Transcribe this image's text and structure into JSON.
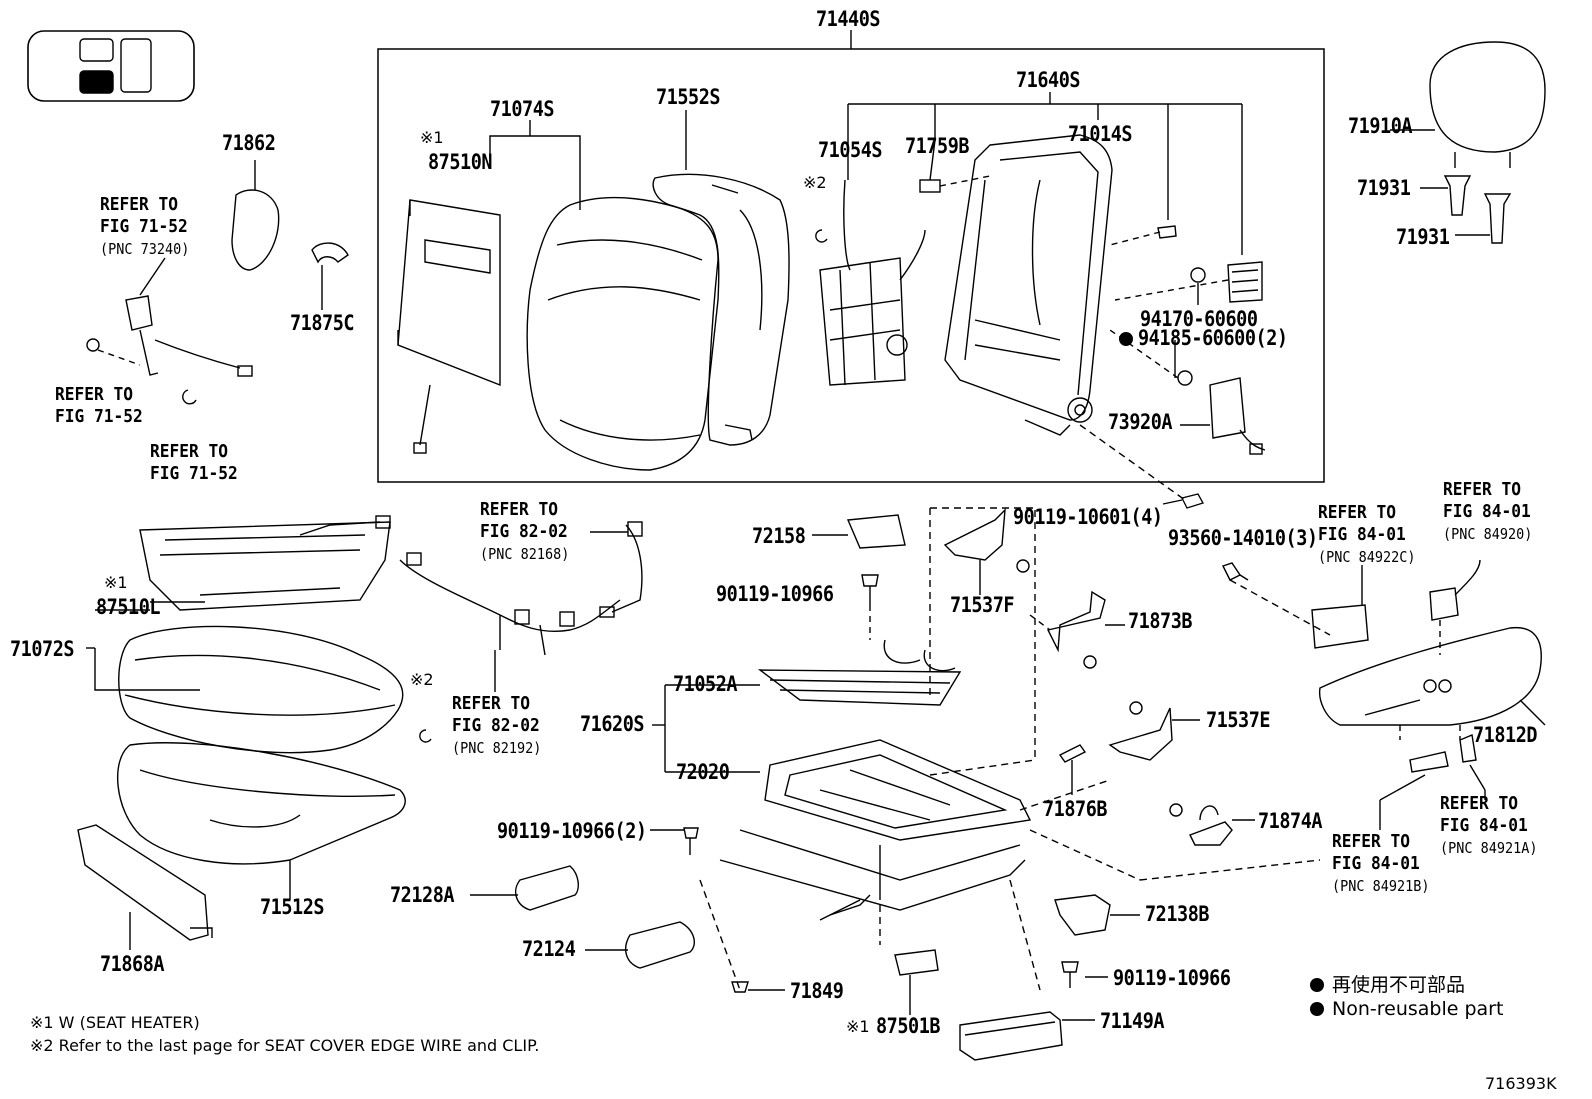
{
  "labels": {
    "assy_71440S": "71440S",
    "p71640S": "71640S",
    "p71074S": "71074S",
    "p71552S": "71552S",
    "p87510N": "87510N",
    "p71054S": "71054S",
    "p71759B": "71759B",
    "p71014S": "71014S",
    "p71862": "71862",
    "p71875C": "71875C",
    "p71910A": "71910A",
    "p71931a": "71931",
    "p71931b": "71931",
    "p94170": "94170-60600",
    "p94185": "94185-60600(2)",
    "p73920A": "73920A",
    "p90119_10601": "90119-10601(4)",
    "p93560": "93560-14010(3)",
    "p72158": "72158",
    "p90119_10966a": "90119-10966",
    "p71537F": "71537F",
    "p71873B": "71873B",
    "p87510L": "87510L",
    "p71072S": "71072S",
    "p71052A": "71052A",
    "p71620S": "71620S",
    "p72020": "72020",
    "p71537E": "71537E",
    "p71876B": "71876B",
    "p71874A": "71874A",
    "p71812D": "71812D",
    "p90119_10966_2": "90119-10966(2)",
    "p71512S": "71512S",
    "p72128A": "72128A",
    "p72138B": "72138B",
    "p72124": "72124",
    "p71868A": "71868A",
    "p71849": "71849",
    "p90119_10966b": "90119-10966",
    "p87501B": "87501B",
    "p71149A": "71149A"
  },
  "refs": {
    "r1": {
      "line1": "REFER TO",
      "line2": "FIG 71-52",
      "pnc": "(PNC 73240)"
    },
    "r2": {
      "line1": "REFER TO",
      "line2": "FIG 71-52"
    },
    "r3": {
      "line1": "REFER TO",
      "line2": "FIG 71-52"
    },
    "r4": {
      "line1": "REFER TO",
      "line2": "FIG 82-02",
      "pnc": "(PNC 82168)"
    },
    "r5": {
      "line1": "REFER TO",
      "line2": "FIG 82-02",
      "pnc": "(PNC 82192)"
    },
    "r6": {
      "line1": "REFER TO",
      "line2": "FIG 84-01",
      "pnc": "(PNC 84922C)"
    },
    "r7": {
      "line1": "REFER TO",
      "line2": "FIG 84-01",
      "pnc": "(PNC 84920)"
    },
    "r8": {
      "line1": "REFER TO",
      "line2": "FIG 84-01",
      "pnc": "(PNC 84921A)"
    },
    "r9": {
      "line1": "REFER TO",
      "line2": "FIG 84-01",
      "pnc": "(PNC 84921B)"
    }
  },
  "marks": {
    "m1a": "※1",
    "m1b": "※1",
    "m1c": "※1",
    "m2a": "※2",
    "m2b": "※2"
  },
  "notes": {
    "note1": "※1 W (SEAT HEATER)",
    "note2": "※2 Refer to the last page for SEAT COVER EDGE WIRE and CLIP."
  },
  "legend": {
    "jp": "再使用不可部品",
    "en": "Non-reusable part"
  },
  "figure_code": "716393K"
}
